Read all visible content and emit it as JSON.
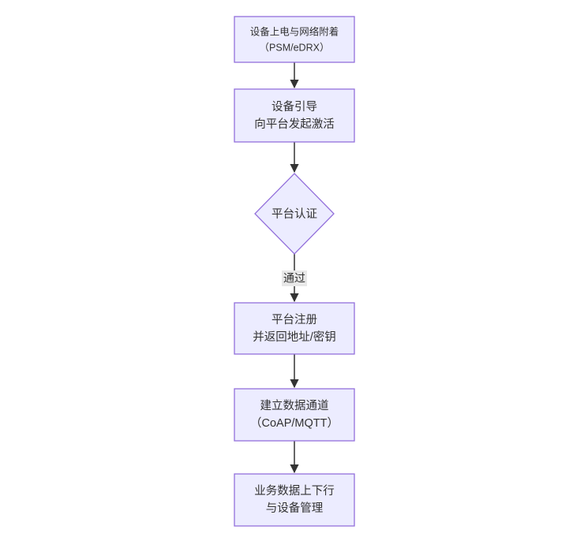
{
  "diagram": {
    "type": "flowchart",
    "direction": "top-down",
    "nodes": [
      {
        "id": "power-attach",
        "shape": "rect",
        "lines": [
          "设备上电与网络附着",
          "（PSM/eDRX）"
        ]
      },
      {
        "id": "bootstrap",
        "shape": "rect",
        "lines": [
          "设备引导",
          "向平台发起激活"
        ]
      },
      {
        "id": "platform-auth",
        "shape": "diamond",
        "lines": [
          "平台认证"
        ]
      },
      {
        "id": "platform-register",
        "shape": "rect",
        "lines": [
          "平台注册",
          "并返回地址/密钥"
        ]
      },
      {
        "id": "data-channel",
        "shape": "rect",
        "lines": [
          "建立数据通道",
          "（CoAP/MQTT）"
        ]
      },
      {
        "id": "business-data",
        "shape": "rect",
        "lines": [
          "业务数据上下行",
          "与设备管理"
        ]
      }
    ],
    "edges": [
      {
        "from": "power-attach",
        "to": "bootstrap",
        "label": ""
      },
      {
        "from": "bootstrap",
        "to": "platform-auth",
        "label": ""
      },
      {
        "from": "platform-auth",
        "to": "platform-register",
        "label": "通过"
      },
      {
        "from": "platform-register",
        "to": "data-channel",
        "label": ""
      },
      {
        "from": "data-channel",
        "to": "business-data",
        "label": ""
      }
    ],
    "colors": {
      "node_fill": "#ECECFF",
      "node_border": "#9370DB",
      "edge": "#333333",
      "text": "#333333",
      "edge_label_bg": "#e8e8e8",
      "background": "#ffffff"
    }
  }
}
